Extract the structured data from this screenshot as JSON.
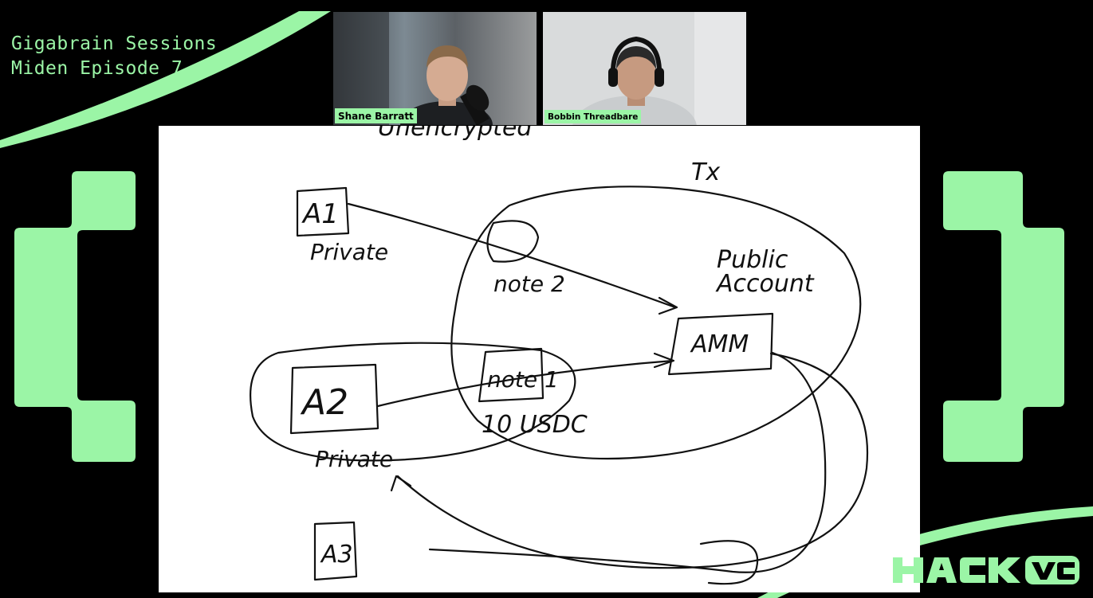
{
  "show": {
    "title_line1": "Gigabrain Sessions",
    "title_line2": "Miden Episode 7",
    "brand": "HACK VC"
  },
  "participants": [
    {
      "name": "Shane Barratt"
    },
    {
      "name": "Bobbin Threadbare"
    }
  ],
  "whiteboard": {
    "labels": {
      "top_cut": "Unencrypted",
      "tx": "Tx",
      "a1": "A1",
      "private1": "Private",
      "note2": "note 2",
      "public": "Public",
      "account": "Account",
      "amm": "AMM",
      "a2": "A2",
      "note1": "note 1",
      "usdc": "10 USDC",
      "private2": "Private",
      "a3": "A3"
    }
  },
  "colors": {
    "accent": "#9bf5a6",
    "background": "#000000",
    "board": "#ffffff"
  }
}
